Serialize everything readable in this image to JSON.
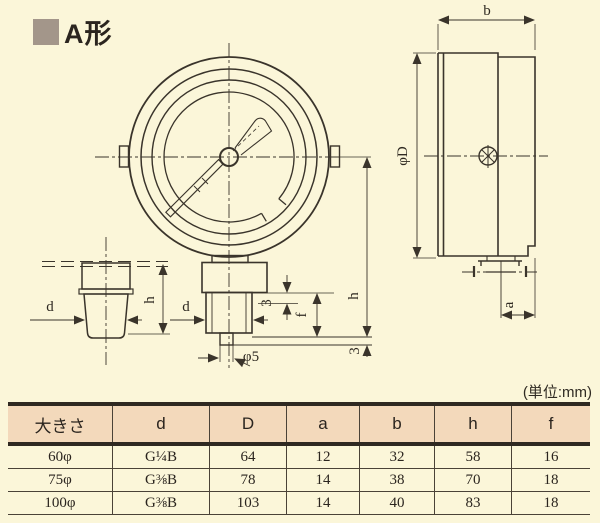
{
  "title": {
    "text": "A形",
    "marker_color": "#a3968a"
  },
  "unit_note": "(単位:mm)",
  "drawing": {
    "front_view": {
      "labels": {
        "d": "d",
        "dim3_neck": "3",
        "f": "f",
        "h": "h",
        "dim3_tip": "3",
        "phi5": "φ5"
      }
    },
    "detail_view": {
      "labels": {
        "d": "d",
        "h": "h"
      }
    },
    "side_view": {
      "labels": {
        "b": "b",
        "phiD": "φD",
        "a": "a"
      }
    }
  },
  "table": {
    "headers": [
      "大きさ",
      "d",
      "D",
      "a",
      "b",
      "h",
      "f"
    ],
    "rows": [
      [
        "60φ",
        "G¼B",
        "64",
        "12",
        "32",
        "58",
        "16"
      ],
      [
        "75φ",
        "G⅜B",
        "78",
        "14",
        "38",
        "70",
        "18"
      ],
      [
        "100φ",
        "G⅜B",
        "103",
        "14",
        "40",
        "83",
        "18"
      ]
    ]
  }
}
